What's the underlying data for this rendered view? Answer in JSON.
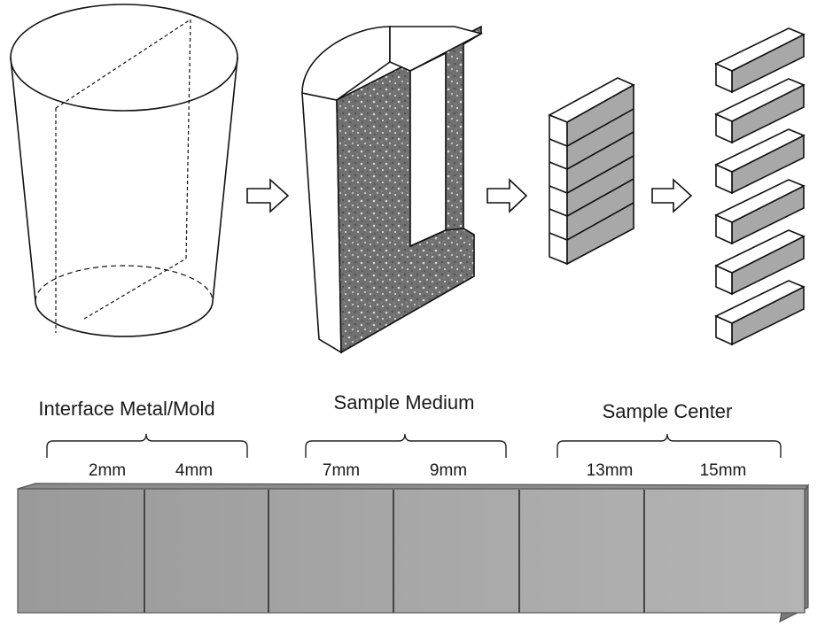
{
  "groups": [
    {
      "label": "Interface Metal/Mold",
      "positions": [
        "2mm",
        "4mm"
      ]
    },
    {
      "label": "Sample Medium",
      "positions": [
        "7mm",
        "9mm"
      ]
    },
    {
      "label": "Sample Center",
      "positions": [
        "13mm",
        "15mm"
      ]
    }
  ],
  "steps": [
    "cylindrical casting",
    "sectioned half-cylinder",
    "stacked bars",
    "separated bars"
  ],
  "colors": {
    "line": "#111111",
    "bar_front": "#a9a9a9",
    "bar_top": "#8a8a8a",
    "bar_side": "#7c7c7c",
    "section_texture": "#6e6e6e"
  }
}
